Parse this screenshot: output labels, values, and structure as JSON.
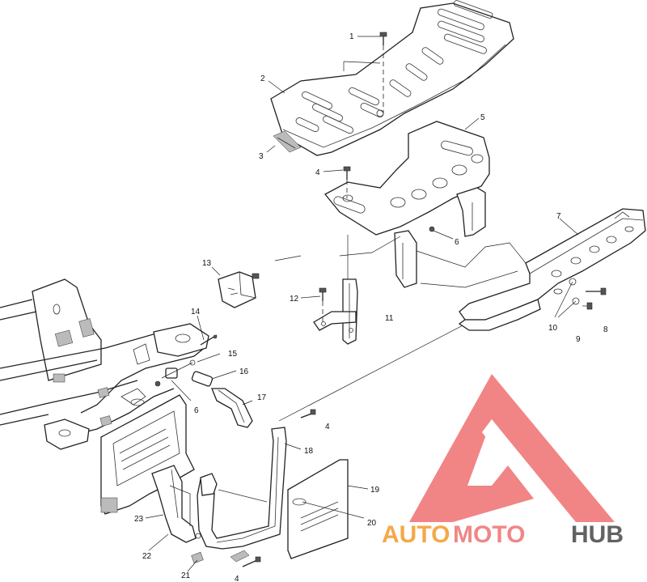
{
  "diagram": {
    "callouts": [
      {
        "id": "c1",
        "text": "1"
      },
      {
        "id": "c2",
        "text": "2"
      },
      {
        "id": "c3",
        "text": "3"
      },
      {
        "id": "c4a",
        "text": "4"
      },
      {
        "id": "c5",
        "text": "5"
      },
      {
        "id": "c6a",
        "text": "6"
      },
      {
        "id": "c7",
        "text": "7"
      },
      {
        "id": "c8",
        "text": "8"
      },
      {
        "id": "c9",
        "text": "9"
      },
      {
        "id": "c10",
        "text": "10"
      },
      {
        "id": "c11",
        "text": "11"
      },
      {
        "id": "c12",
        "text": "12"
      },
      {
        "id": "c13",
        "text": "13"
      },
      {
        "id": "c14",
        "text": "14"
      },
      {
        "id": "c15",
        "text": "15"
      },
      {
        "id": "c16",
        "text": "16"
      },
      {
        "id": "c17",
        "text": "17"
      },
      {
        "id": "c6b",
        "text": "6"
      },
      {
        "id": "c4b",
        "text": "4"
      },
      {
        "id": "c18",
        "text": "18"
      },
      {
        "id": "c19",
        "text": "19"
      },
      {
        "id": "c20",
        "text": "20"
      },
      {
        "id": "c23",
        "text": "23"
      },
      {
        "id": "c22",
        "text": "22"
      },
      {
        "id": "c21",
        "text": "21"
      },
      {
        "id": "c4c",
        "text": "4"
      }
    ]
  },
  "watermark": {
    "word_auto": "AUTO",
    "word_moto": "MOTO",
    "word_hub": "HUB",
    "colors": {
      "auto": "#f2a23a",
      "moto": "#ef7d7d",
      "hub": "#555555",
      "triangle": "#f07b7b"
    }
  }
}
